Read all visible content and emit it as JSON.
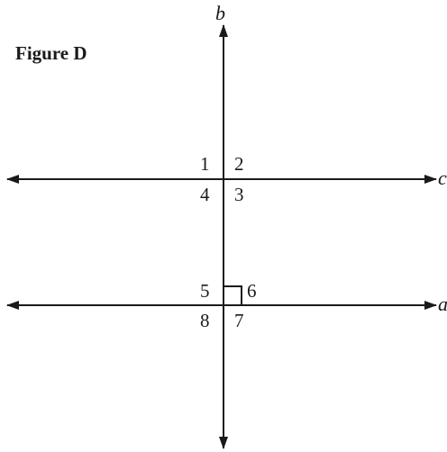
{
  "figure": {
    "title": "Figure D"
  },
  "lines": {
    "vertical_label": "b",
    "upper_horizontal_label": "c",
    "lower_horizontal_label": "a"
  },
  "angles": {
    "upper_intersection": [
      "1",
      "2",
      "3",
      "4"
    ],
    "lower_intersection": [
      "5",
      "6",
      "7",
      "8"
    ]
  },
  "colors": {
    "ink": "#1a1a1a"
  },
  "marks": {
    "right_angle_at": "angle-6"
  }
}
